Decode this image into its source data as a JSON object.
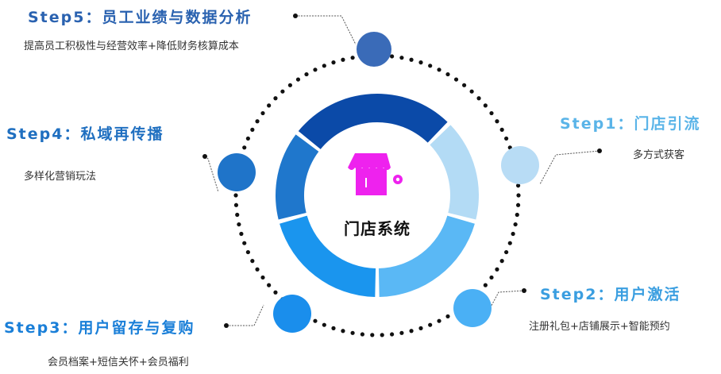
{
  "center": {
    "label": "门店系统",
    "icon": "store-settings-icon",
    "icon_color": "#ee22ee"
  },
  "steps": [
    {
      "title": "Step1：门店引流",
      "subtitle": "多方式获客",
      "color": "#5ab4e8",
      "node_color": "#b8dcf5"
    },
    {
      "title": "Step2：用户激活",
      "subtitle": "注册礼包+店铺展示+智能预约",
      "color": "#3a9ee0",
      "node_color": "#4ab0f5"
    },
    {
      "title": "Step3：用户留存与复购",
      "subtitle": "会员档案+短信关怀+会员福利",
      "color": "#1a7fd8",
      "node_color": "#1a8eec"
    },
    {
      "title": "Step4：私域再传播",
      "subtitle": "多样化营销玩法",
      "color": "#1f6fc0",
      "node_color": "#1f74c9"
    },
    {
      "title": "Step5：员工业绩与数据分析",
      "subtitle": "提高员工积极性与经营效率+降低财务核算成本",
      "color": "#2a62b0",
      "node_color": "#3a6bb8"
    }
  ],
  "ring_colors": [
    "#0b4aa8",
    "#b3dbf5",
    "#5ab8f5",
    "#1a95ee",
    "#1f77cc"
  ]
}
